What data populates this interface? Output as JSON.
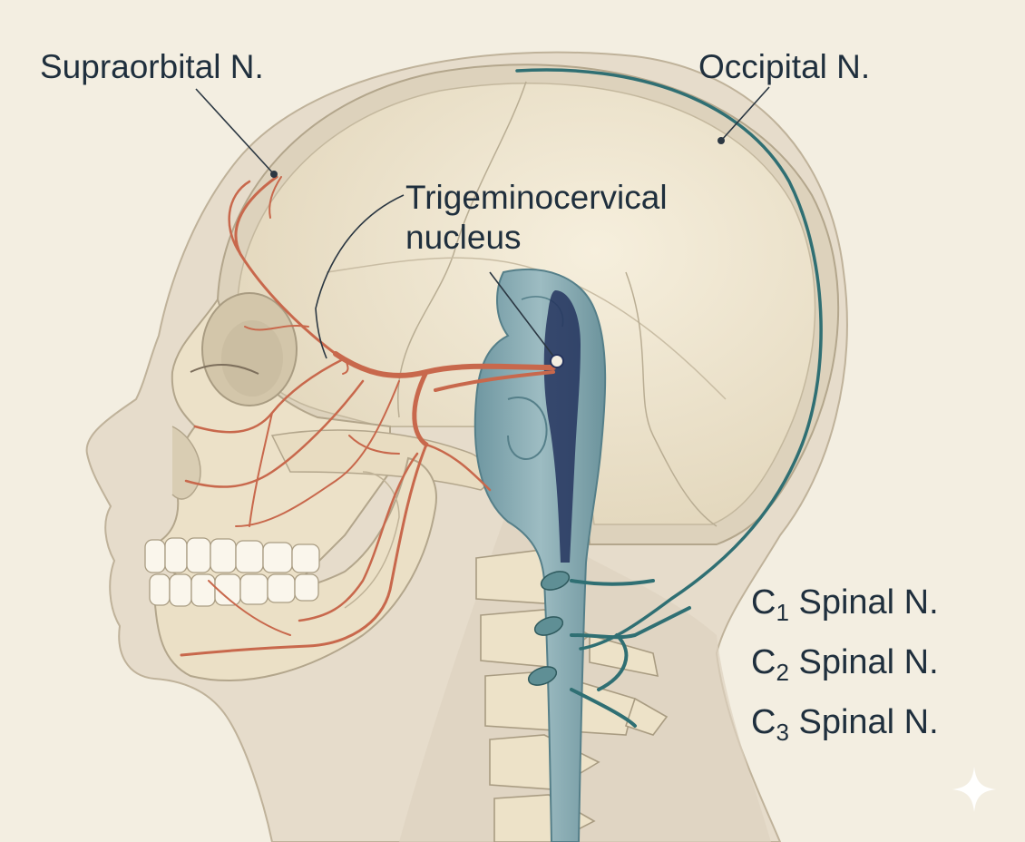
{
  "labels": {
    "supraorbital": "Supraorbital N.",
    "occipital": "Occipital N.",
    "trigeminocervical": [
      "Trigeminocervical",
      "nucleus"
    ],
    "spinal_nerves": [
      {
        "letter": "C",
        "sub": "1",
        "text": "Spinal N."
      },
      {
        "letter": "C",
        "sub": "2",
        "text": "Spinal N."
      },
      {
        "letter": "C",
        "sub": "3",
        "text": "Spinal N."
      }
    ]
  },
  "colors": {
    "background": "#f3eee1",
    "skin": "#e6dccb",
    "skull": "#ede3cc",
    "skull_outline": "#b8ab90",
    "trigeminal_nerve": "#c8684c",
    "occipital_nerve": "#2f6f73",
    "brainstem": "#86a9b1",
    "nucleus": "#25345e",
    "label_text": "#1f2f3d"
  },
  "icons": [
    "sparkle-icon"
  ]
}
